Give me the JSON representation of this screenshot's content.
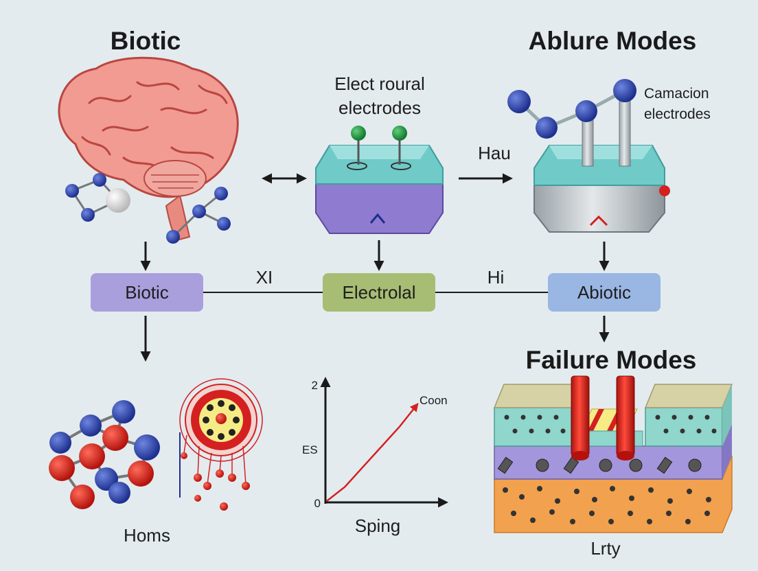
{
  "headings": {
    "biotic": "Biotic",
    "ablure": "Ablure Modes",
    "failure": "Failure Modes"
  },
  "center_label": [
    "Elect roural",
    "electrodes"
  ],
  "right_label": [
    "Camacion",
    "electrodes"
  ],
  "arrow_label": "Hau",
  "boxes": {
    "biotic": "Biotic",
    "electrolal": "Electrolal",
    "abiotic": "Abiotic"
  },
  "connector_labels": {
    "left": "XI",
    "right": "Hi"
  },
  "bottom_left_caption": "Homs",
  "bottom_right_caption": "Lrty",
  "colors": {
    "biotic_box": "#a99fdc",
    "electrolal_box": "#a7bd73",
    "abiotic_box": "#9ab6e3",
    "curve": "#d42020",
    "teal": "#6fcac8",
    "purple": "#8f7bd0"
  },
  "chart_data": {
    "type": "line",
    "title": "",
    "xlabel": "Sping",
    "ylabel": "ES",
    "y_ticks": [
      "0",
      "2"
    ],
    "ylim": [
      0,
      2
    ],
    "series": [
      {
        "name": "Coon",
        "x": [
          0,
          0.2,
          0.4,
          0.6,
          0.8,
          1.0
        ],
        "y": [
          0,
          0.25,
          0.6,
          0.95,
          1.3,
          1.7
        ]
      }
    ]
  }
}
